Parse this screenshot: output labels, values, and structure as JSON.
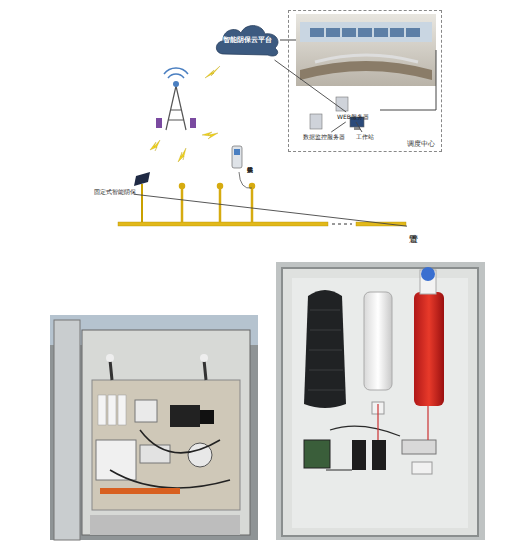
{
  "diagram": {
    "nodes": [
      {
        "text": [
          "智能阴保云平台"
        ]
      },
      {
        "text": [
          "调度中心"
        ]
      },
      {
        "text": [
          "WEB服务器"
        ],
        "in": 1
      },
      {
        "text": [
          "数据监控服务器"
        ],
        "in": 1
      },
      {
        "text": [
          "工作站"
        ],
        "in": 1
      },
      {
        "text": [
          "手持式采集仪"
        ]
      },
      {
        "text": [
          "固定式智能阴保"
        ]
      },
      {
        "text": [
          "管道"
        ]
      }
    ],
    "edges": [
      {
        "from": 0,
        "to": 2,
        "arrow": "none"
      },
      {
        "from": 2,
        "to": 3,
        "arrow": "none"
      },
      {
        "from": 2,
        "to": 4,
        "arrow": "none"
      },
      {
        "from": 6,
        "to": 7,
        "arrow": "none"
      }
    ]
  }
}
